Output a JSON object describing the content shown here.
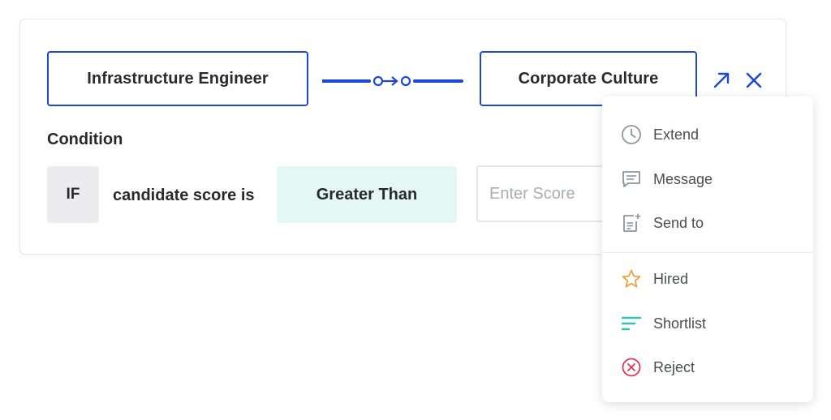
{
  "flow": {
    "source_node": "Infrastructure Engineer",
    "target_node": "Corporate Culture"
  },
  "condition": {
    "title": "Condition",
    "if_label": "IF",
    "subject": "candidate score is",
    "operator": "Greater Than",
    "score_placeholder": "Enter Score",
    "score_value": ""
  },
  "menu": {
    "items": [
      {
        "label": "Extend",
        "icon": "clock-icon"
      },
      {
        "label": "Message",
        "icon": "message-icon"
      },
      {
        "label": "Send to",
        "icon": "send-document-icon"
      },
      {
        "label": "Hired",
        "icon": "star-icon"
      },
      {
        "label": "Shortlist",
        "icon": "shortlist-icon"
      },
      {
        "label": "Reject",
        "icon": "reject-icon"
      }
    ]
  },
  "colors": {
    "primary_blue": "#1f47d6",
    "operator_bg": "#e3f7f3",
    "hired": "#f0a13c",
    "shortlist": "#2ec4b6",
    "reject": "#e0355a",
    "icon_gray": "#8e939b"
  }
}
